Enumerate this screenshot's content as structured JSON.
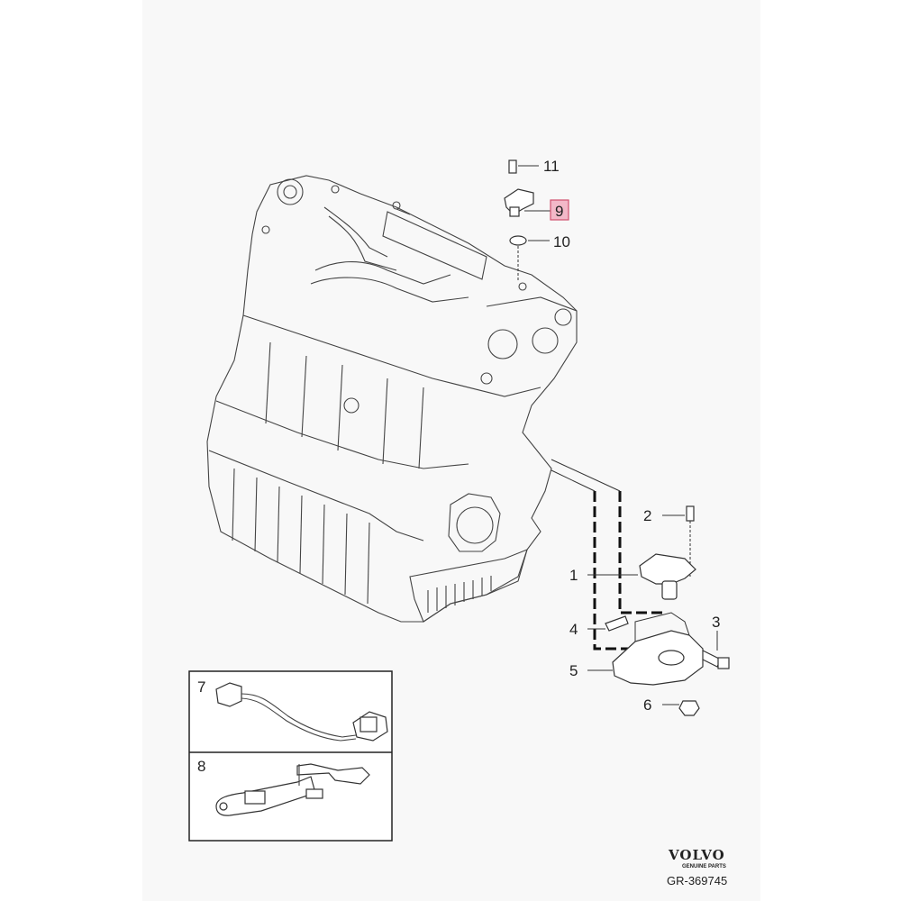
{
  "labels": [
    {
      "id": "11",
      "text": "11"
    },
    {
      "id": "9",
      "text": "9",
      "highlighted": true
    },
    {
      "id": "10",
      "text": "10"
    },
    {
      "id": "2",
      "text": "2"
    },
    {
      "id": "1",
      "text": "1"
    },
    {
      "id": "3",
      "text": "3"
    },
    {
      "id": "4",
      "text": "4"
    },
    {
      "id": "5",
      "text": "5"
    },
    {
      "id": "6",
      "text": "6"
    },
    {
      "id": "7",
      "text": "7"
    },
    {
      "id": "8",
      "text": "8"
    }
  ],
  "brand": {
    "name": "VOLVO",
    "tagline": "GENUINE PARTS"
  },
  "reference": "GR-369745",
  "colors": {
    "highlight_fill": "#f3b8c8",
    "highlight_border": "#d0506e",
    "line": "#333333"
  }
}
